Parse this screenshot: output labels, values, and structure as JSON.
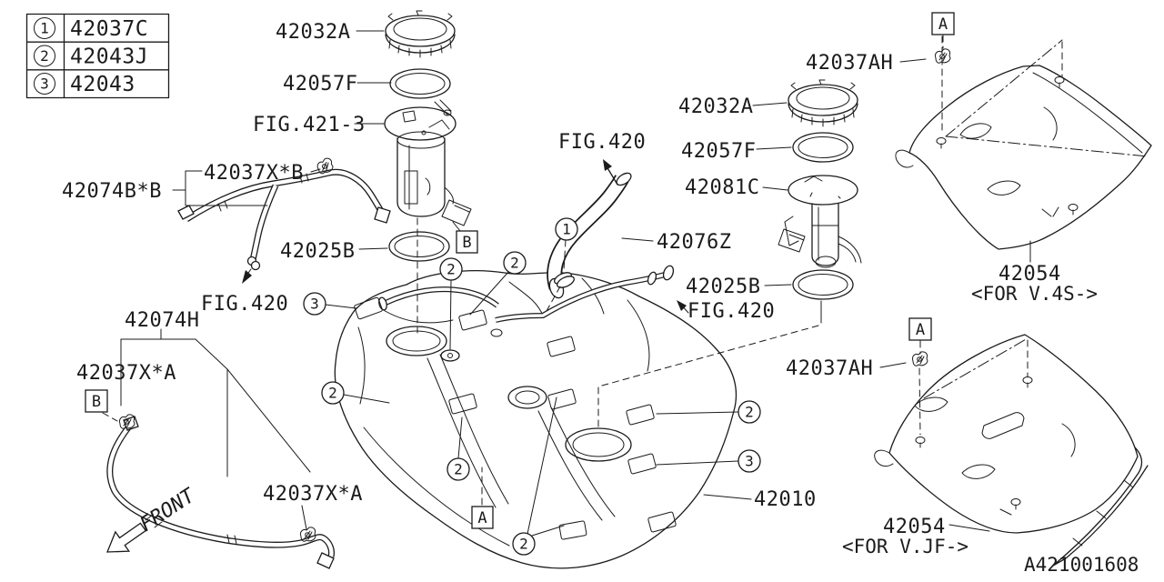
{
  "legend": {
    "rows": [
      {
        "num": "1",
        "part": "42037C"
      },
      {
        "num": "2",
        "part": "42043J"
      },
      {
        "num": "3",
        "part": "42043"
      }
    ]
  },
  "labels": {
    "cap_left": "42032A",
    "gasket_left": "42057F",
    "fig4213": "FIG.421-3",
    "clamp_xb": "42037X*B",
    "hose_bb": "42074B*B",
    "ring_left": "42025B",
    "fig420_left": "FIG.420",
    "hose_h": "42074H",
    "clamp_xa1": "42037X*A",
    "front": "FRONT",
    "clamp_xa2": "42037X*A",
    "fig420_mid": "FIG.420",
    "filler_hose": "42076Z",
    "cap_right": "42032A",
    "gasket_right": "42057F",
    "sender": "42081C",
    "ring_right": "42025B",
    "fig420_right": "FIG.420",
    "clip_ah_top": "42037AH",
    "clip_ah_bot": "42037AH",
    "tank": "42010",
    "shield_top_part": "42054",
    "shield_top_variant": "<FOR V.4S->",
    "shield_bot_part": "42054",
    "shield_bot_variant": "<FOR V.JF->",
    "drawing_no": "A421001608"
  },
  "markers": {
    "m1": "1",
    "m2": "2",
    "m3": "3",
    "a": "A",
    "b": "B"
  }
}
